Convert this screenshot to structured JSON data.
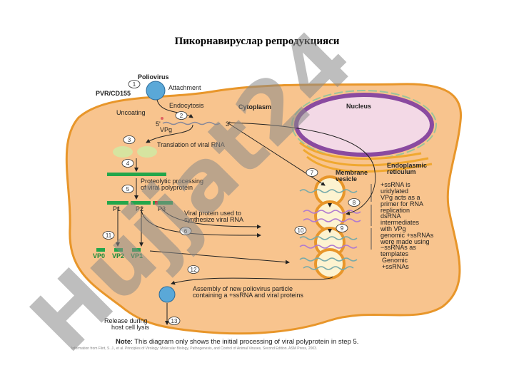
{
  "slide_title": "Пикорнавируслар репродукцияси",
  "diagram": {
    "labels": {
      "poliovirus": "Poliovirus",
      "receptor": "PVR/CD155",
      "attachment": "Attachment",
      "endocytosis": "Endocytosis",
      "uncoating": "Uncoating",
      "cytoplasm": "Cytoplasm",
      "nucleus": "Nucleus",
      "five_prime": "5'",
      "three_prime": "3'",
      "vpg": "VPg",
      "translation": "Translation of viral RNA",
      "proteolytic_1": "Proteolytic processing",
      "proteolytic_2": "of viral polyprotein",
      "p1": "P1",
      "p2": "P2",
      "p3": "P3",
      "viral_protein_1": "Viral protein used to",
      "viral_protein_2": "synthesize viral RNA",
      "vp0": "VP0",
      "vp2": "VP2",
      "vp1": "VP1",
      "er_1": "Endoplasmic",
      "er_2": "reticulum",
      "membrane_1": "Membrane",
      "membrane_2": "vesicle",
      "ssrna_1": "+ssRNA is",
      "ssrna_2": "uridylated",
      "ssrna_3": "VPg acts as a",
      "ssrna_4": "primer for RNA",
      "ssrna_5": "replication",
      "dsrna_1": "dsRNA",
      "dsrna_2": "intermediates",
      "dsrna_3": "with VPg",
      "genomic_1": "genomic +ssRNAs",
      "genomic_2": "were made using",
      "genomic_3": "−ssRNAs as",
      "genomic_4": "templates",
      "genomic_plus_1": "Genomic",
      "genomic_plus_2": "+ssRNAs",
      "assembly_1": "Assembly of new poliovirus particle",
      "assembly_2": "containing a +ssRNA and viral proteins",
      "release_1": "Release during",
      "release_2": "host cell lysis"
    },
    "steps": [
      "1",
      "2",
      "3",
      "4",
      "5",
      "6",
      "7",
      "8",
      "9",
      "10",
      "11",
      "12",
      "13"
    ],
    "note_bold": "Note",
    "note_text": ": This diagram only shows the initial processing of viral polyprotein in step 5.",
    "citation": "Information from Flint, S. J., et al. Principles of Virology: Molecular Biology, Pathogenesis, and Control of Animal Viruses, Second Edition. ASM Press, 2003."
  },
  "watermark": "Hujjat24",
  "colors": {
    "cell": "#f8c48e",
    "cell_border": "#e8962a",
    "nucleus": "#8a4aa0",
    "protein": "#23a64a",
    "watermark_purple": "#b9a6ee",
    "watermark_gray": "#8a8a8a"
  }
}
